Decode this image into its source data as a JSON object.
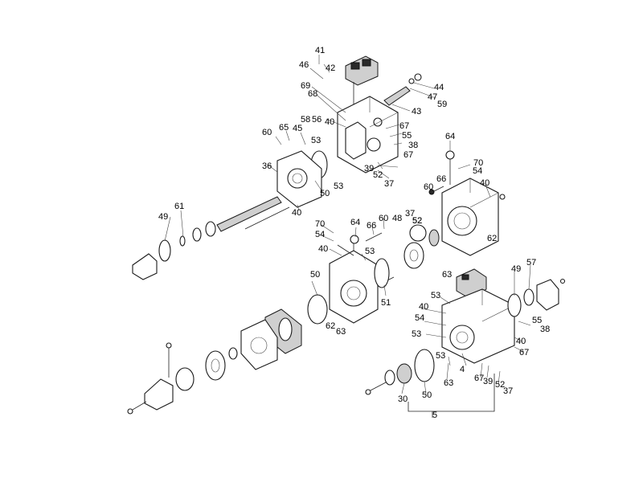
{
  "diagram": {
    "callouts": [
      {
        "id": "c41a",
        "text": "41"
      },
      {
        "id": "c46",
        "text": "46"
      },
      {
        "id": "c42",
        "text": "42"
      },
      {
        "id": "c44",
        "text": "44"
      },
      {
        "id": "c47a",
        "text": "47"
      },
      {
        "id": "c59",
        "text": "59"
      },
      {
        "id": "c69",
        "text": "69"
      },
      {
        "id": "c68",
        "text": "68"
      },
      {
        "id": "c58",
        "text": "58"
      },
      {
        "id": "c56",
        "text": "56"
      },
      {
        "id": "c40a",
        "text": "40"
      },
      {
        "id": "c43",
        "text": "43"
      },
      {
        "id": "c60a",
        "text": "60"
      },
      {
        "id": "c65",
        "text": "65"
      },
      {
        "id": "c45",
        "text": "45"
      },
      {
        "id": "c53a",
        "text": "53"
      },
      {
        "id": "c67a",
        "text": "67"
      },
      {
        "id": "c55a",
        "text": "55"
      },
      {
        "id": "c38a",
        "text": "38"
      },
      {
        "id": "c67b",
        "text": "67"
      },
      {
        "id": "c39a",
        "text": "39"
      },
      {
        "id": "c52a",
        "text": "52"
      },
      {
        "id": "c37a",
        "text": "37"
      },
      {
        "id": "c36",
        "text": "36"
      },
      {
        "id": "c53b",
        "text": "53"
      },
      {
        "id": "c50a",
        "text": "50"
      },
      {
        "id": "c40b",
        "text": "40"
      },
      {
        "id": "c64a",
        "text": "64"
      },
      {
        "id": "c70a",
        "text": "70"
      },
      {
        "id": "c54a",
        "text": "54"
      },
      {
        "id": "c66a",
        "text": "66"
      },
      {
        "id": "c40c",
        "text": "40"
      },
      {
        "id": "c60b",
        "text": "60"
      },
      {
        "id": "c37b",
        "text": "37"
      },
      {
        "id": "c52b",
        "text": "52"
      },
      {
        "id": "c62a",
        "text": "62"
      },
      {
        "id": "c63a",
        "text": "63"
      },
      {
        "id": "c49a",
        "text": "49"
      },
      {
        "id": "c61",
        "text": "61"
      },
      {
        "id": "c70b",
        "text": "70"
      },
      {
        "id": "c54b",
        "text": "54"
      },
      {
        "id": "c64b",
        "text": "64"
      },
      {
        "id": "c66b",
        "text": "66"
      },
      {
        "id": "c60c",
        "text": "60"
      },
      {
        "id": "c48",
        "text": "48"
      },
      {
        "id": "c52c",
        "text": "52"
      },
      {
        "id": "c40d",
        "text": "40"
      },
      {
        "id": "c53c",
        "text": "53"
      },
      {
        "id": "c50b",
        "text": "50"
      },
      {
        "id": "c51",
        "text": "51"
      },
      {
        "id": "c62b",
        "text": "62"
      },
      {
        "id": "c63b",
        "text": "63"
      },
      {
        "id": "c49b",
        "text": "49"
      },
      {
        "id": "c57",
        "text": "57"
      },
      {
        "id": "c53d",
        "text": "53"
      },
      {
        "id": "c40e",
        "text": "40"
      },
      {
        "id": "c54c",
        "text": "54"
      },
      {
        "id": "c53e",
        "text": "53"
      },
      {
        "id": "c55b",
        "text": "55"
      },
      {
        "id": "c38b",
        "text": "38"
      },
      {
        "id": "c40f",
        "text": "40"
      },
      {
        "id": "c67c",
        "text": "67"
      },
      {
        "id": "c53f",
        "text": "53"
      },
      {
        "id": "c4",
        "text": "4"
      },
      {
        "id": "c67d",
        "text": "67"
      },
      {
        "id": "c39b",
        "text": "39"
      },
      {
        "id": "c52d",
        "text": "52"
      },
      {
        "id": "c37c",
        "text": "37"
      },
      {
        "id": "c63c",
        "text": "63"
      },
      {
        "id": "c30",
        "text": "30"
      },
      {
        "id": "c50c",
        "text": "50"
      },
      {
        "id": "c5",
        "text": "5"
      }
    ]
  }
}
